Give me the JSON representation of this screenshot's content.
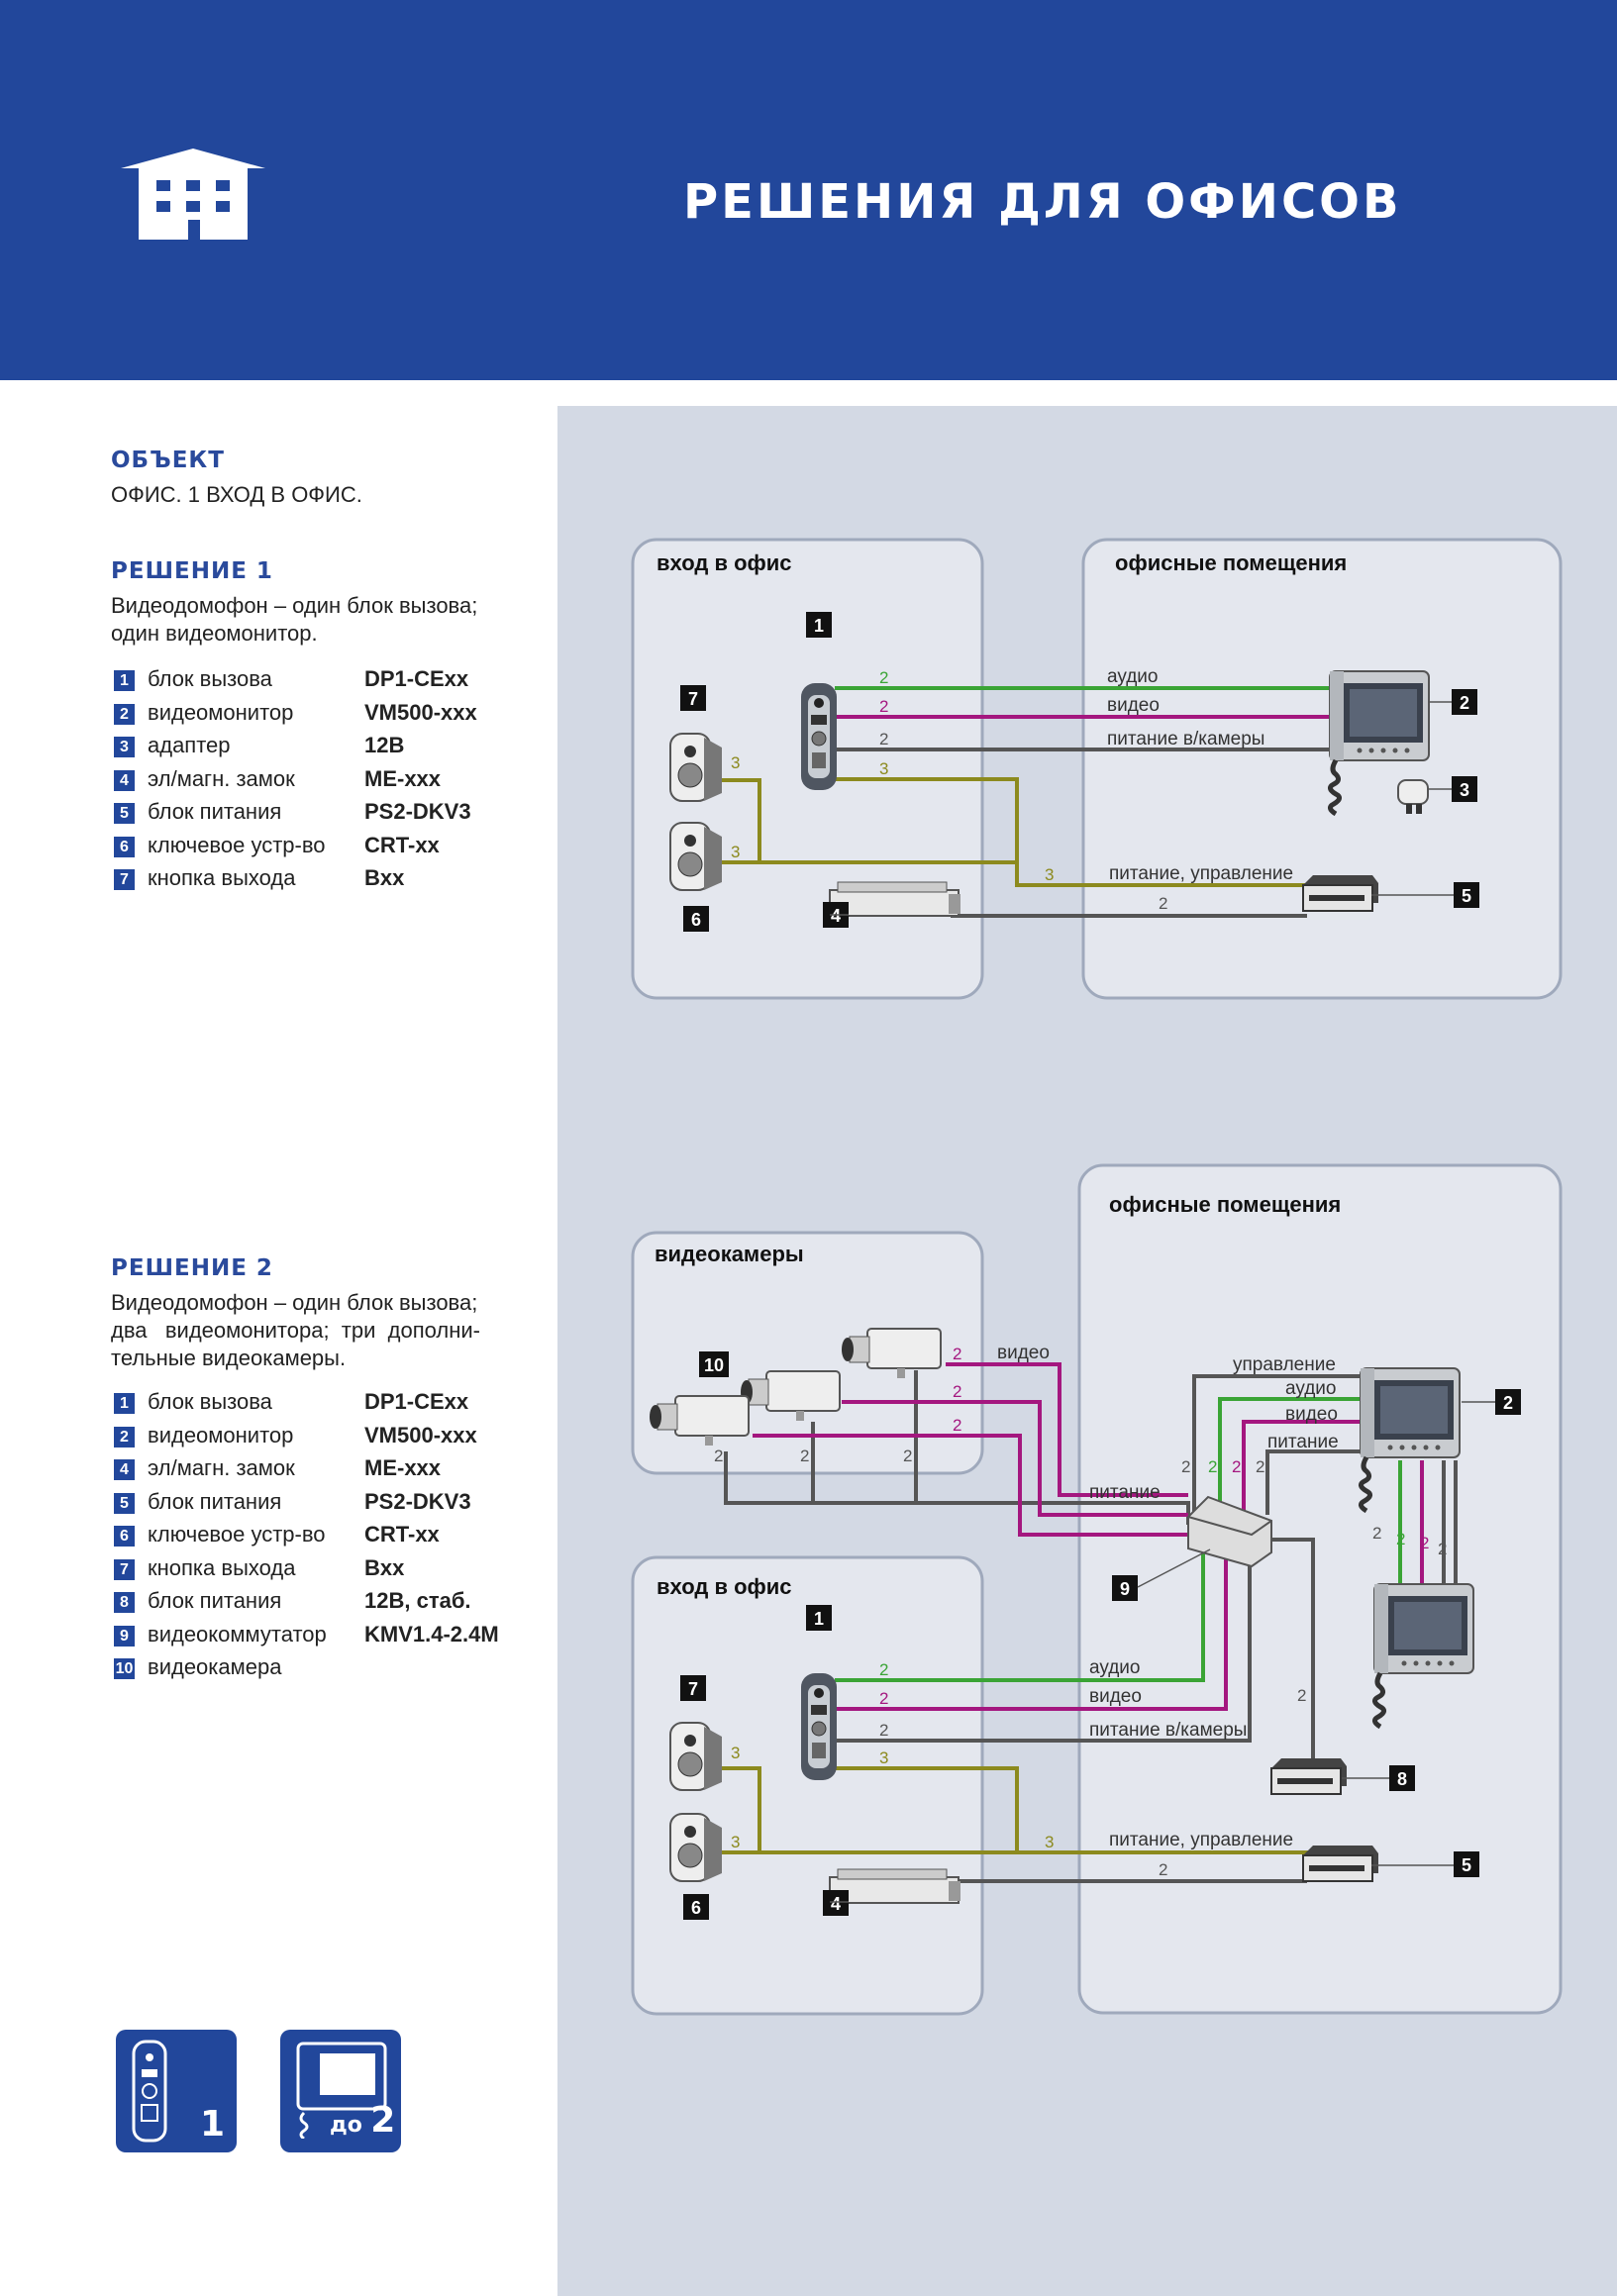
{
  "header": {
    "title": "РЕШЕНИЯ ДЛЯ ОФИСОВ"
  },
  "object": {
    "heading": "ОБЪЕКТ",
    "text": "ОФИС. 1 ВХОД В ОФИС."
  },
  "solution1": {
    "heading": "РЕШЕНИЕ 1",
    "desc1": "Видеодомофон – один блок вызова;",
    "desc2": "один видеомонитор.",
    "items": [
      {
        "num": "1",
        "name": "блок вызова",
        "code": "DP1-CExx"
      },
      {
        "num": "2",
        "name": "видеомонитор",
        "code": "VM500-xxx"
      },
      {
        "num": "3",
        "name": "адаптер",
        "code": "12В"
      },
      {
        "num": "4",
        "name": "эл/магн. замок",
        "code": "ME-xxx"
      },
      {
        "num": "5",
        "name": "блок питания",
        "code": "PS2-DKV3"
      },
      {
        "num": "6",
        "name": "ключевое устр-во",
        "code": "CRT-xx"
      },
      {
        "num": "7",
        "name": "кнопка выхода",
        "code": "Bxx"
      }
    ]
  },
  "solution2": {
    "heading": "РЕШЕНИЕ 2",
    "desc1": "Видеодомофон – один блок вызова;",
    "desc2": "два   видеомонитора;  три  дополни-",
    "desc3": "тельные видеокамеры.",
    "items": [
      {
        "num": "1",
        "name": "блок вызова",
        "code": "DP1-CExx"
      },
      {
        "num": "2",
        "name": "видеомонитор",
        "code": "VM500-xxx"
      },
      {
        "num": "4",
        "name": "эл/магн. замок",
        "code": "ME-xxx"
      },
      {
        "num": "5",
        "name": "блок питания",
        "code": "PS2-DKV3"
      },
      {
        "num": "6",
        "name": "ключевое устр-во",
        "code": "CRT-xx"
      },
      {
        "num": "7",
        "name": "кнопка выхода",
        "code": "Bxx"
      },
      {
        "num": "8",
        "name": "блок питания",
        "code": "12В, стаб."
      },
      {
        "num": "9",
        "name": "видеокоммутатор",
        "code": "KMV1.4-2.4M"
      },
      {
        "num": "10",
        "name": "видеокамера",
        "code": ""
      }
    ]
  },
  "diagram1": {
    "entry_title": "вход в офис",
    "office_title": "офисные помещения",
    "labels": {
      "audio": "аудио",
      "video": "видео",
      "power_cam": "питание в/камеры",
      "power_ctrl": "питание, управление"
    },
    "wire_counts": {
      "two": "2",
      "three": "3"
    },
    "callouts": [
      "1",
      "2",
      "3",
      "4",
      "5",
      "6",
      "7"
    ]
  },
  "diagram2": {
    "cameras_title": "видеокамеры",
    "entry_title": "вход в офис",
    "office_title": "офисные помещения",
    "labels": {
      "video": "видео",
      "control": "управление",
      "audio": "аудио",
      "power": "питание",
      "power_cam": "питание в/камеры",
      "power_ctrl": "питание, управление"
    },
    "callouts": [
      "1",
      "2",
      "4",
      "5",
      "6",
      "7",
      "8",
      "9",
      "10"
    ]
  },
  "badges": {
    "panel_count": "1",
    "monitor_prefix": "до",
    "monitor_count": "2"
  },
  "colors": {
    "header": "#22479b",
    "sidebar": "#d3d9e4",
    "audio": "#3aa435",
    "video": "#a4177f",
    "power": "#555555",
    "control": "#8c8a1e"
  }
}
